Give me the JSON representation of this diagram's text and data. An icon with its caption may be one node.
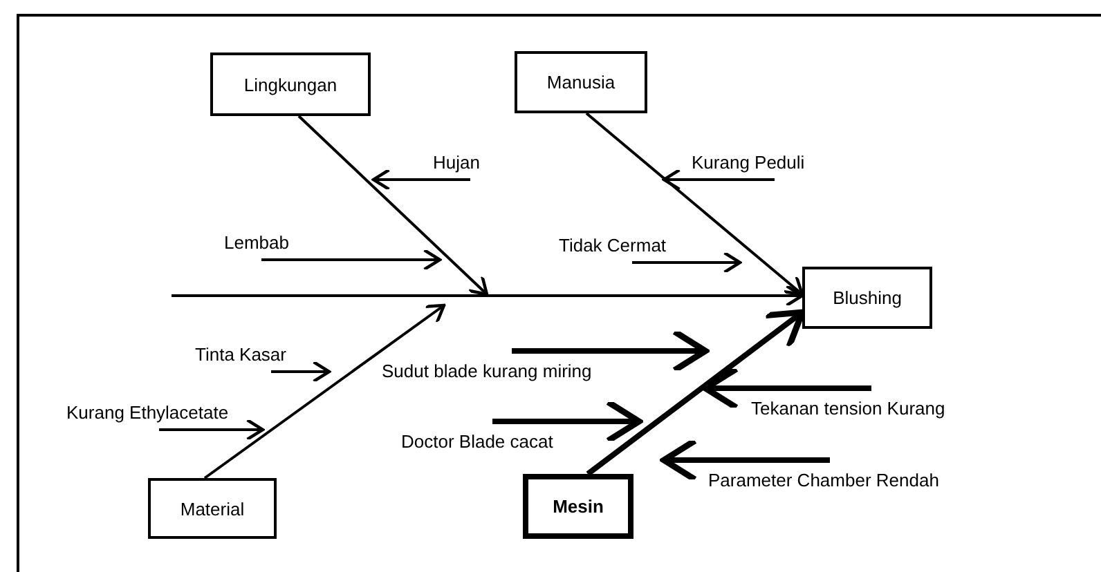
{
  "diagram": {
    "nodes": [
      {
        "text": [
          "Lingkungan"
        ]
      },
      {
        "text": [
          "Manusia"
        ]
      },
      {
        "text": [
          "Material"
        ]
      },
      {
        "text": [
          "Mesin"
        ]
      },
      {
        "text": [
          "Blushing"
        ]
      },
      {
        "text": [
          "Hujan"
        ]
      },
      {
        "text": [
          "Lembab"
        ]
      },
      {
        "text": [
          "Kurang Peduli"
        ]
      },
      {
        "text": [
          "Tidak Cermat"
        ]
      },
      {
        "text": [
          "Tinta Kasar"
        ]
      },
      {
        "text": [
          "Kurang Ethylacetate"
        ]
      },
      {
        "text": [
          "Sudut blade kurang miring"
        ]
      },
      {
        "text": [
          "Doctor Blade cacat"
        ]
      },
      {
        "text": [
          "Tekanan tension Kurang"
        ]
      },
      {
        "text": [
          "Parameter Chamber Rendah"
        ]
      }
    ],
    "edges": [
      {
        "from": null,
        "to": 4,
        "arrow": "to"
      },
      {
        "from": 0,
        "to": null,
        "arrow": "to"
      },
      {
        "from": 1,
        "to": 4,
        "arrow": "to"
      },
      {
        "from": 2,
        "to": null,
        "arrow": "to"
      },
      {
        "from": 3,
        "to": 4,
        "arrow": "to",
        "style": "thick"
      },
      {
        "from": 5,
        "to": null,
        "arrow": "to"
      },
      {
        "from": 6,
        "to": null,
        "arrow": "to"
      },
      {
        "from": 7,
        "to": null,
        "arrow": "to"
      },
      {
        "from": 8,
        "to": null,
        "arrow": "to"
      },
      {
        "from": 9,
        "to": null,
        "arrow": "to"
      },
      {
        "from": 10,
        "to": null,
        "arrow": "to"
      },
      {
        "from": 11,
        "to": null,
        "arrow": "to",
        "style": "thick"
      },
      {
        "from": 12,
        "to": null,
        "arrow": "to",
        "style": "thick"
      },
      {
        "from": 13,
        "to": null,
        "arrow": "to",
        "style": "thick"
      },
      {
        "from": 14,
        "to": null,
        "arrow": "to",
        "style": "thick"
      }
    ]
  }
}
